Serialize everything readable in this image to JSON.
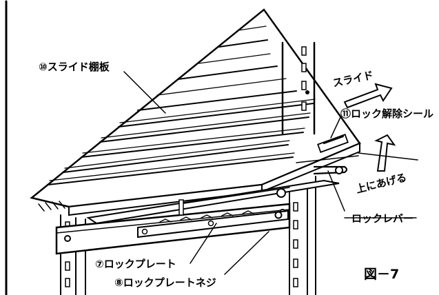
{
  "labels": {
    "slide_shelf": "⑩スライド棚板",
    "slide": "スライド",
    "lock_release_seal": "⑪ロック解除シール",
    "lift_up": "上にあげる",
    "lock_lever": "ロックレバー",
    "lock_plate": "⑦ロックプレート",
    "lock_plate_screw": "⑧ロックプレートネジ"
  },
  "figure_label": "図－7"
}
